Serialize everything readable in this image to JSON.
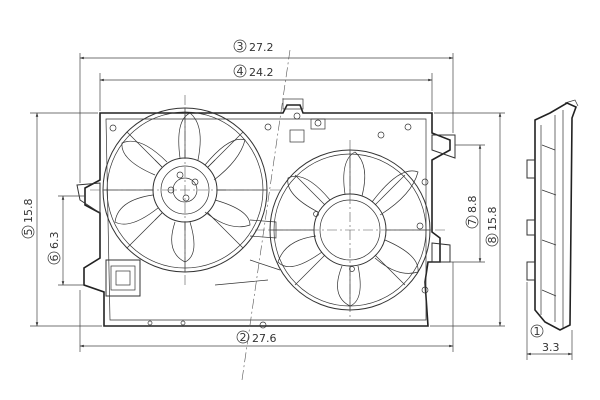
{
  "dimensions": {
    "d3": {
      "marker": "3",
      "value": "27.2"
    },
    "d4": {
      "marker": "4",
      "value": "24.2"
    },
    "d5": {
      "marker": "5",
      "value": "15.8"
    },
    "d6": {
      "marker": "6",
      "value": "6.3"
    },
    "d7": {
      "marker": "7",
      "value": "8.8"
    },
    "d8": {
      "marker": "8",
      "value": "15.8"
    },
    "d2": {
      "marker": "2",
      "value": "27.6"
    },
    "d1": {
      "marker": "1",
      "value": "3.3"
    }
  }
}
